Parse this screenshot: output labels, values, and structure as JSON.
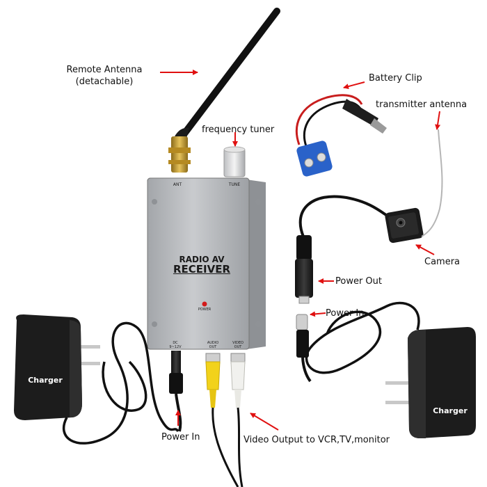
{
  "labels": {
    "remote_antenna_line1": "Remote Antenna",
    "remote_antenna_line2": "(detachable)",
    "battery_clip": "Battery Clip",
    "transmitter_antenna": "transmitter antenna",
    "frequency_tuner": "frequency tuner",
    "camera": "Camera",
    "power_out": "Power Out",
    "power_in_right": "Power In",
    "power_in_left": "Power In",
    "video_output": "Video Output to VCR,TV,monitor",
    "charger_left": "Charger",
    "charger_right": "Charger"
  },
  "receiver": {
    "title_line1": "RADIO AV",
    "title_line2": "RECEIVER",
    "ant": "ANT",
    "tune": "TUNE",
    "power": "POWER",
    "dc": "DC",
    "dc_range": "9~12V",
    "audio_line1": "AUDIO",
    "audio_line2": "OUT",
    "video_line1": "VIDEO",
    "video_line2": "OUT"
  },
  "colors": {
    "arrow": "#e01010",
    "receiver_body": "#b7b9bc",
    "charger": "#1c1c1c",
    "antenna": "#111111",
    "gold": "#c49a2c",
    "rca_yellow": "#f2d21b",
    "rca_white": "#f1f1ee",
    "battery_clip": "#2a62c9",
    "power_led": "#d21a1a"
  }
}
